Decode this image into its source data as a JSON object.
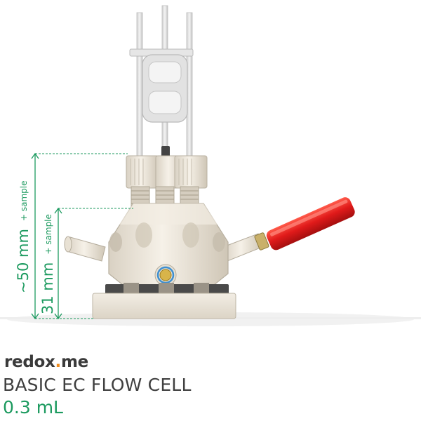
{
  "brand": {
    "name_left": "redox",
    "name_dot": ".",
    "name_right": "me"
  },
  "product": {
    "title": "BASIC EC FLOW CELL",
    "volume": "0.3 mL"
  },
  "dimensions": {
    "outer": {
      "value": "~50 mm",
      "suffix": "+ sample"
    },
    "inner": {
      "value": "31 mm",
      "suffix": "+ sample"
    }
  },
  "colors": {
    "accent": "#1c9a5f",
    "brand_dot": "#f08c1e",
    "body": "#ece6da",
    "handle": "#e01a1a"
  }
}
